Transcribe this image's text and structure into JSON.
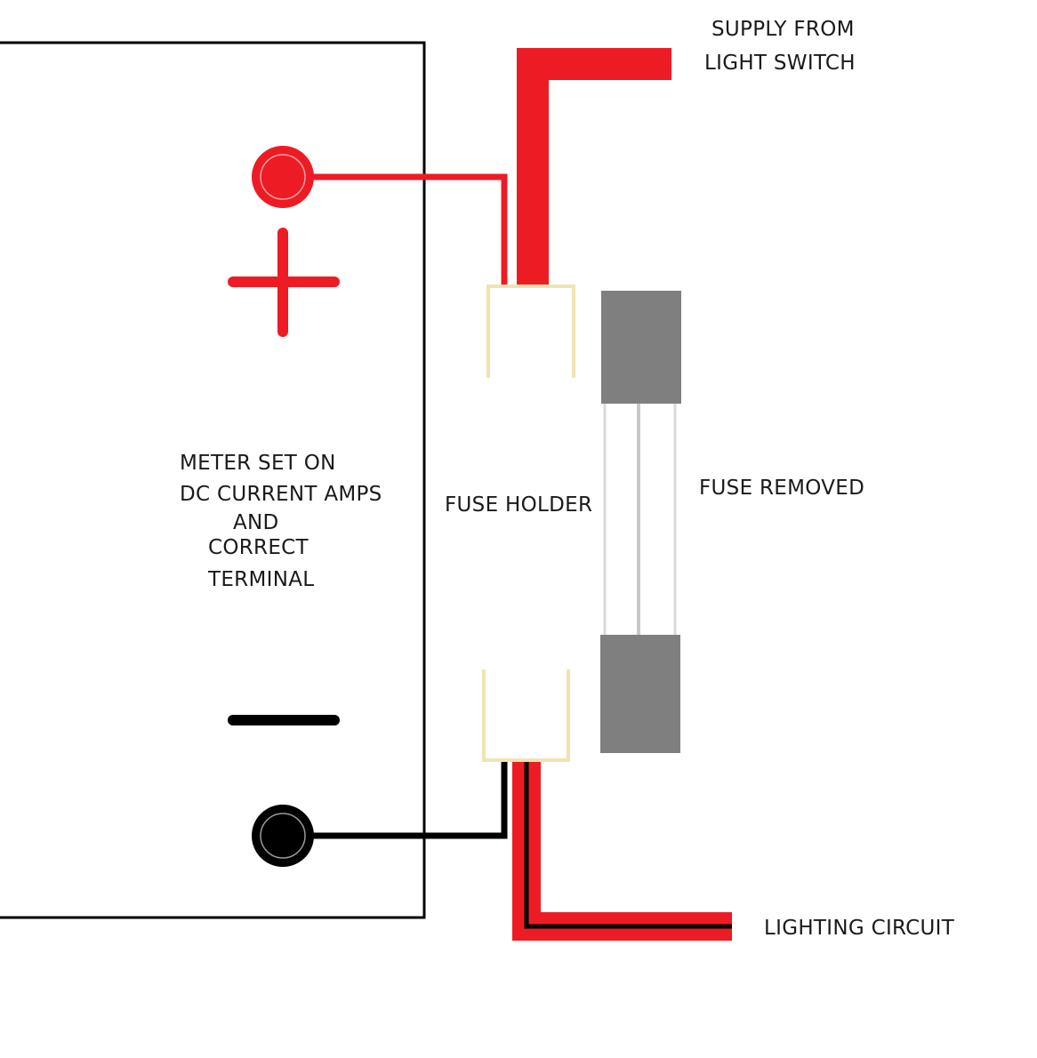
{
  "labels": {
    "supply_line1": "SUPPLY   FROM",
    "supply_line2": "LIGHT SWITCH",
    "meter_line1": "METER SET  ON",
    "meter_line2": "DC CURRENT  AMPS",
    "meter_line3": "AND",
    "meter_line4": "CORRECT",
    "meter_line5": "TERMINAL",
    "fuse_holder": "FUSE HOLDER",
    "fuse_removed": "FUSE REMOVED",
    "lighting_circuit": "LIGHTING CIRCUIT"
  },
  "colors": {
    "positive": "#ed1c24",
    "negative": "#000000",
    "holder": "#efe4b0",
    "fuse_cap": "#7f7f7f",
    "fuse_glass": "#c8c8c8"
  }
}
